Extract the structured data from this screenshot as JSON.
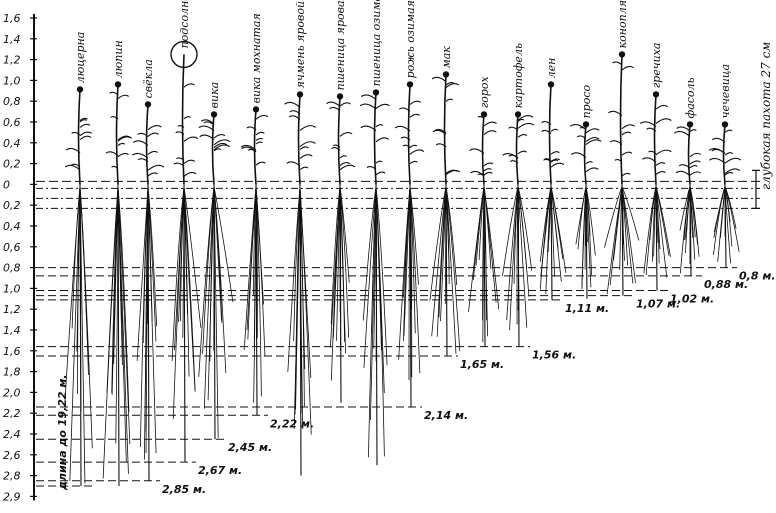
{
  "scale": {
    "ticks": [
      "1,6",
      "1,4",
      "1,2",
      "1,0",
      "0,8",
      "0,6",
      "0,4",
      "0,2",
      "0",
      "0,2",
      "0,4",
      "0,6",
      "0,8",
      "1,0",
      "1,2",
      "1,4",
      "1,6",
      "1,8",
      "2,0",
      "2,2",
      "2,4",
      "2,6",
      "2,8",
      "2,9"
    ]
  },
  "plants": [
    {
      "name": "люцерна",
      "depth_label": "длина до 19,22 м.",
      "depth_m": 2.9
    },
    {
      "name": "люпин",
      "depth_label": "",
      "depth_m": 2.9
    },
    {
      "name": "свёкла",
      "depth_label": "2,85 м.",
      "depth_m": 2.85
    },
    {
      "name": "подсолнечник",
      "depth_label": "2,67 м.",
      "depth_m": 2.67
    },
    {
      "name": "вика",
      "depth_label": "2,45 м.",
      "depth_m": 2.45
    },
    {
      "name": "вика мохнатая",
      "depth_label": "2,22 м.",
      "depth_m": 2.22
    },
    {
      "name": "ячмень яровой",
      "depth_label": "",
      "depth_m": 2.8
    },
    {
      "name": "пшеница яровая",
      "depth_label": "",
      "depth_m": 2.1
    },
    {
      "name": "пшеница озимая",
      "depth_label": "",
      "depth_m": 2.7
    },
    {
      "name": "рожь озимая",
      "depth_label": "2,14 м.",
      "depth_m": 2.14
    },
    {
      "name": "мак",
      "depth_label": "1,65 м.",
      "depth_m": 1.65
    },
    {
      "name": "горох",
      "depth_label": "",
      "depth_m": 1.56
    },
    {
      "name": "картофель",
      "depth_label": "1,56 м.",
      "depth_m": 1.56
    },
    {
      "name": "лен",
      "depth_label": "1,11 м.",
      "depth_m": 1.11
    },
    {
      "name": "просо",
      "depth_label": "",
      "depth_m": 1.1
    },
    {
      "name": "конопля",
      "depth_label": "1,07 м.",
      "depth_m": 1.07
    },
    {
      "name": "гречиха",
      "depth_label": "1,02 м.",
      "depth_m": 1.02
    },
    {
      "name": "фасоль",
      "depth_label": "0,88 м.",
      "depth_m": 0.88
    },
    {
      "name": "чечевица",
      "depth_label": "0,8 м.",
      "depth_m": 0.8
    }
  ],
  "note": "глубокая пахота 27 см"
}
